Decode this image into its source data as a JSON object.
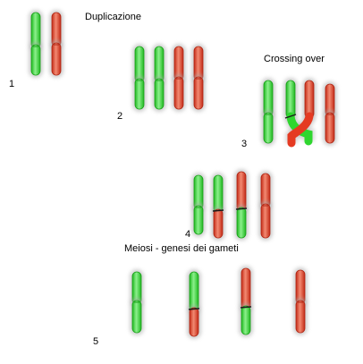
{
  "labels": {
    "duplication": "Duplicazione",
    "crossing_over": "Crossing over",
    "meiosis": "Meiosi - genesi dei gameti"
  },
  "steps": [
    "1",
    "2",
    "3",
    "4",
    "5"
  ],
  "colors": {
    "green": "#2fd62f",
    "green_light": "#8cf08c",
    "red": "#e53a22",
    "red_light": "#f28a72",
    "halo": "#a8a8a8",
    "centromere": "#1a1a1a"
  }
}
